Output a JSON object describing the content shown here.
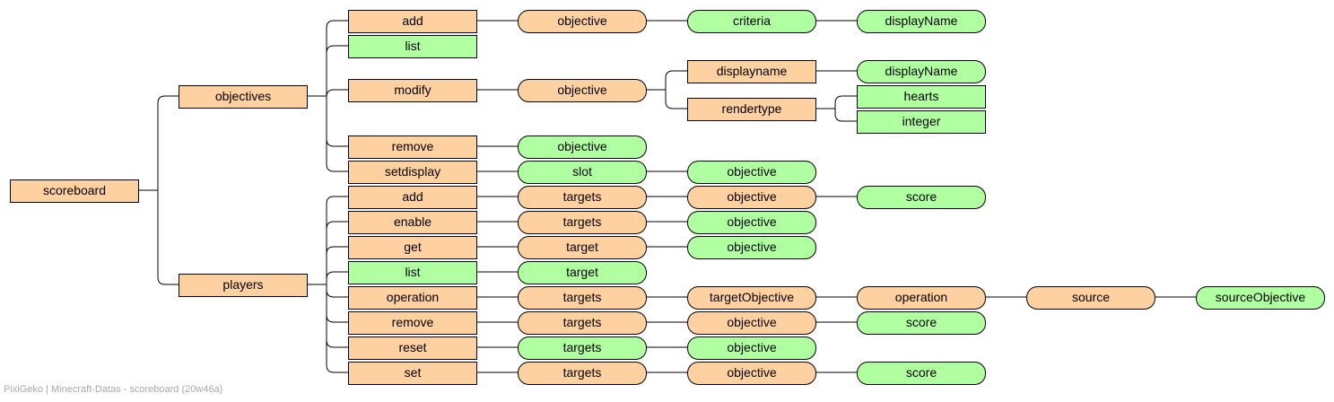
{
  "colors": {
    "literal": "#ffd0a0",
    "literal_executable": "#b0ffa0",
    "argument": "#ffd0a0",
    "argument_executable": "#b0ffa0",
    "stroke": "#000000",
    "footer": "#a8a8a8"
  },
  "tree": {
    "label": "scoreboard",
    "kind": "literal",
    "children": [
      {
        "label": "objectives",
        "kind": "literal",
        "children": [
          {
            "label": "add",
            "kind": "literal",
            "children": [
              {
                "label": "objective",
                "kind": "argument",
                "children": [
                  {
                    "label": "criteria",
                    "kind": "argument_executable",
                    "children": [
                      {
                        "label": "displayName",
                        "kind": "argument_executable"
                      }
                    ]
                  }
                ]
              }
            ]
          },
          {
            "label": "list",
            "kind": "literal_executable"
          },
          {
            "label": "modify",
            "kind": "literal",
            "children": [
              {
                "label": "objective",
                "kind": "argument",
                "children": [
                  {
                    "label": "displayname",
                    "kind": "literal",
                    "children": [
                      {
                        "label": "displayName",
                        "kind": "argument_executable"
                      }
                    ]
                  },
                  {
                    "label": "rendertype",
                    "kind": "literal",
                    "children": [
                      {
                        "label": "hearts",
                        "kind": "literal_executable"
                      },
                      {
                        "label": "integer",
                        "kind": "literal_executable"
                      }
                    ]
                  }
                ]
              }
            ]
          },
          {
            "label": "remove",
            "kind": "literal",
            "children": [
              {
                "label": "objective",
                "kind": "argument_executable"
              }
            ]
          },
          {
            "label": "setdisplay",
            "kind": "literal",
            "children": [
              {
                "label": "slot",
                "kind": "argument_executable",
                "children": [
                  {
                    "label": "objective",
                    "kind": "argument_executable"
                  }
                ]
              }
            ]
          }
        ]
      },
      {
        "label": "players",
        "kind": "literal",
        "children": [
          {
            "label": "add",
            "kind": "literal",
            "children": [
              {
                "label": "targets",
                "kind": "argument",
                "children": [
                  {
                    "label": "objective",
                    "kind": "argument",
                    "children": [
                      {
                        "label": "score",
                        "kind": "argument_executable"
                      }
                    ]
                  }
                ]
              }
            ]
          },
          {
            "label": "enable",
            "kind": "literal",
            "children": [
              {
                "label": "targets",
                "kind": "argument",
                "children": [
                  {
                    "label": "objective",
                    "kind": "argument_executable"
                  }
                ]
              }
            ]
          },
          {
            "label": "get",
            "kind": "literal",
            "children": [
              {
                "label": "target",
                "kind": "argument",
                "children": [
                  {
                    "label": "objective",
                    "kind": "argument_executable"
                  }
                ]
              }
            ]
          },
          {
            "label": "list",
            "kind": "literal_executable",
            "children": [
              {
                "label": "target",
                "kind": "argument_executable"
              }
            ]
          },
          {
            "label": "operation",
            "kind": "literal",
            "children": [
              {
                "label": "targets",
                "kind": "argument",
                "children": [
                  {
                    "label": "targetObjective",
                    "kind": "argument",
                    "children": [
                      {
                        "label": "operation",
                        "kind": "argument",
                        "children": [
                          {
                            "label": "source",
                            "kind": "argument",
                            "children": [
                              {
                                "label": "sourceObjective",
                                "kind": "argument_executable"
                              }
                            ]
                          }
                        ]
                      }
                    ]
                  }
                ]
              }
            ]
          },
          {
            "label": "remove",
            "kind": "literal",
            "children": [
              {
                "label": "targets",
                "kind": "argument",
                "children": [
                  {
                    "label": "objective",
                    "kind": "argument",
                    "children": [
                      {
                        "label": "score",
                        "kind": "argument_executable"
                      }
                    ]
                  }
                ]
              }
            ]
          },
          {
            "label": "reset",
            "kind": "literal",
            "children": [
              {
                "label": "targets",
                "kind": "argument_executable",
                "children": [
                  {
                    "label": "objective",
                    "kind": "argument_executable"
                  }
                ]
              }
            ]
          },
          {
            "label": "set",
            "kind": "literal",
            "children": [
              {
                "label": "targets",
                "kind": "argument",
                "children": [
                  {
                    "label": "objective",
                    "kind": "argument",
                    "children": [
                      {
                        "label": "score",
                        "kind": "argument_executable"
                      }
                    ]
                  }
                ]
              }
            ]
          }
        ]
      }
    ]
  },
  "footer": {
    "credit": "PixiGeko | Minecraft-Datas - scoreboard (20w46a)"
  }
}
